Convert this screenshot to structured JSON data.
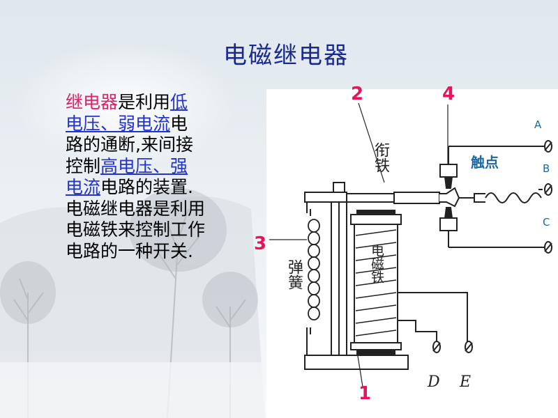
{
  "title": "电磁继电器",
  "description": {
    "seg1": "继电器",
    "seg2": "是利用",
    "seg3": "低电压、弱电流",
    "seg4": "电路的通断,来间接控制",
    "seg5": "高电压、强电流",
    "seg6": "电路的装置.",
    "seg7": "电磁继电器是利用电磁铁来控制工作电路的一种开关."
  },
  "diagram": {
    "num_labels": {
      "n1": "1",
      "n2": "2",
      "n3": "3",
      "n4": "4"
    },
    "terminal_labels": {
      "a": "A",
      "b": "B",
      "c": "C"
    },
    "contact_label": "触点",
    "armature_label": "衔铁",
    "spring_label": "弹簧",
    "electromagnet_label": "电磁铁",
    "bottom_labels": {
      "d": "D",
      "e": "E"
    }
  },
  "colors": {
    "title": "#1a2a8c",
    "highlight": "#e0206a",
    "link": "#2233cc",
    "number_label": "#e8145a",
    "terminal_label": "#1a6aa0"
  }
}
